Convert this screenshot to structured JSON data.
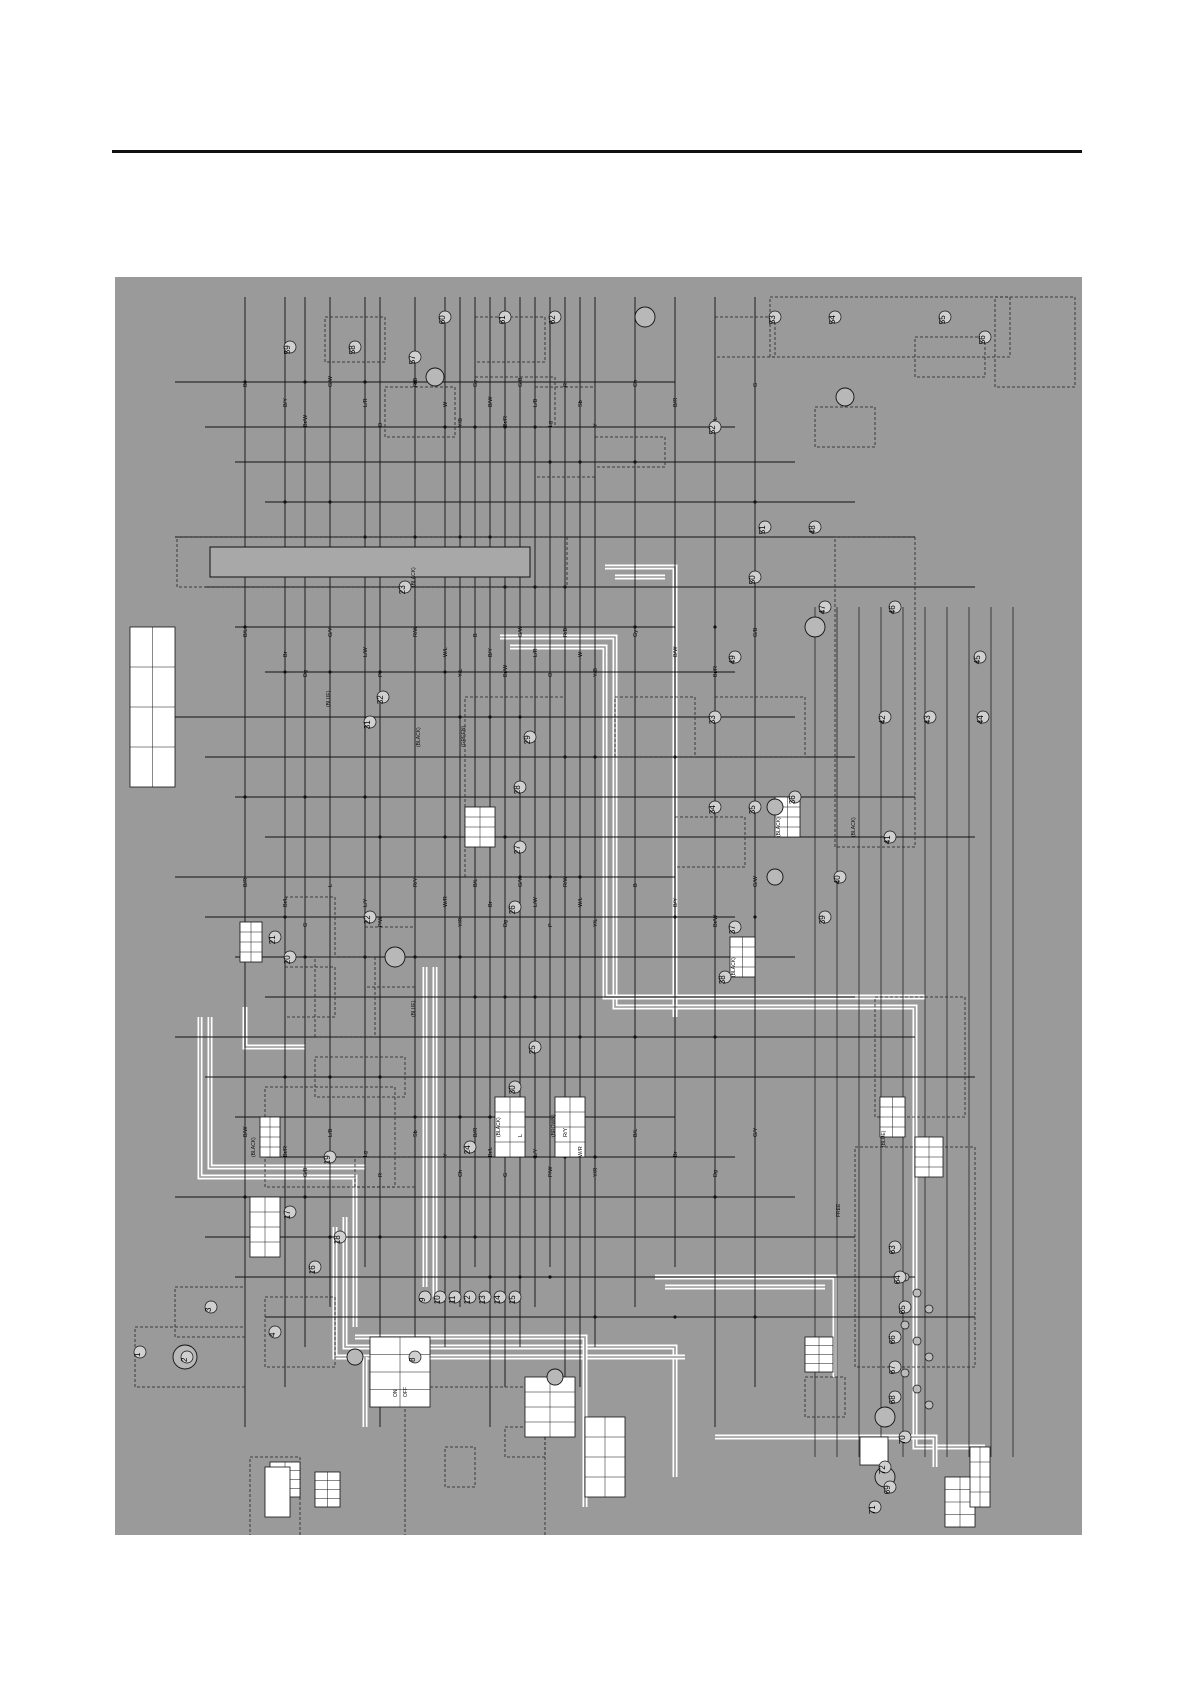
{
  "diagram": {
    "components": [
      {
        "id": "c1",
        "number": "1"
      },
      {
        "id": "c2",
        "number": "2"
      },
      {
        "id": "c3",
        "number": "3"
      },
      {
        "id": "c4",
        "number": "4"
      },
      {
        "id": "c5",
        "number": "5"
      },
      {
        "id": "c6",
        "number": "6"
      },
      {
        "id": "c7",
        "number": "7"
      },
      {
        "id": "c8",
        "number": "8"
      },
      {
        "id": "c9",
        "number": "9"
      },
      {
        "id": "c10",
        "number": "10"
      },
      {
        "id": "c11",
        "number": "11"
      },
      {
        "id": "c12",
        "number": "12"
      },
      {
        "id": "c13",
        "number": "13"
      },
      {
        "id": "c14",
        "number": "14"
      },
      {
        "id": "c15",
        "number": "15"
      },
      {
        "id": "c16",
        "number": "16"
      },
      {
        "id": "c17",
        "number": "17"
      },
      {
        "id": "c18",
        "number": "18"
      },
      {
        "id": "c19",
        "number": "19"
      },
      {
        "id": "c20",
        "number": "20"
      },
      {
        "id": "c21",
        "number": "21"
      },
      {
        "id": "c22",
        "number": "22"
      },
      {
        "id": "c23",
        "number": "23"
      },
      {
        "id": "c24",
        "number": "24"
      },
      {
        "id": "c25",
        "number": "25"
      },
      {
        "id": "c26",
        "number": "26"
      },
      {
        "id": "c27",
        "number": "27"
      },
      {
        "id": "c28",
        "number": "28"
      },
      {
        "id": "c29",
        "number": "29"
      },
      {
        "id": "c30",
        "number": "30"
      },
      {
        "id": "c31",
        "number": "31"
      },
      {
        "id": "c32",
        "number": "32"
      },
      {
        "id": "c33",
        "number": "33"
      },
      {
        "id": "c34",
        "number": "34"
      },
      {
        "id": "c35",
        "number": "35"
      },
      {
        "id": "c36",
        "number": "36"
      },
      {
        "id": "c37",
        "number": "37"
      },
      {
        "id": "c38",
        "number": "38"
      },
      {
        "id": "c39",
        "number": "39"
      },
      {
        "id": "c40",
        "number": "40"
      },
      {
        "id": "c41",
        "number": "41"
      },
      {
        "id": "c42",
        "number": "42"
      },
      {
        "id": "c43",
        "number": "43"
      },
      {
        "id": "c44",
        "number": "44"
      },
      {
        "id": "c45",
        "number": "45"
      },
      {
        "id": "c46",
        "number": "46"
      },
      {
        "id": "c47",
        "number": "47"
      },
      {
        "id": "c48",
        "number": "48"
      },
      {
        "id": "c49",
        "number": "49"
      },
      {
        "id": "c50",
        "number": "50"
      },
      {
        "id": "c51",
        "number": "51"
      },
      {
        "id": "c52",
        "number": "52"
      },
      {
        "id": "c53",
        "number": "53"
      },
      {
        "id": "c54",
        "number": "54"
      },
      {
        "id": "c55",
        "number": "55"
      },
      {
        "id": "c56",
        "number": "56"
      },
      {
        "id": "c57",
        "number": "57"
      },
      {
        "id": "c58",
        "number": "58"
      },
      {
        "id": "c59",
        "number": "59"
      },
      {
        "id": "c60",
        "number": "60"
      },
      {
        "id": "c61",
        "number": "61"
      },
      {
        "id": "c62",
        "number": "62"
      },
      {
        "id": "c63",
        "number": "63"
      },
      {
        "id": "c64",
        "number": "64"
      },
      {
        "id": "c65",
        "number": "65"
      },
      {
        "id": "c66",
        "number": "66"
      },
      {
        "id": "c67",
        "number": "67"
      },
      {
        "id": "c68",
        "number": "68"
      },
      {
        "id": "c69",
        "number": "69"
      },
      {
        "id": "c70",
        "number": "70"
      },
      {
        "id": "c71",
        "number": "71"
      },
      {
        "id": "c72",
        "number": "72"
      }
    ],
    "connector_labels": {
      "black": "(BLACK)",
      "blue": "(BLUE)",
      "green": "(GREEN)",
      "brown": "(BROWN)"
    },
    "switch_states": {
      "on": "ON",
      "off": "OFF",
      "free": "FREE"
    },
    "wire_codes": [
      "B",
      "B/L",
      "B/R",
      "B/W",
      "B/Y",
      "Br",
      "Br/L",
      "Br/R",
      "Br/W",
      "Dg",
      "G",
      "G/B",
      "G/W",
      "G/Y",
      "L",
      "L/B",
      "L/R",
      "L/W",
      "L/Y",
      "Lg",
      "O",
      "P",
      "P/W",
      "R",
      "R/B",
      "R/W",
      "R/Y",
      "Sb",
      "W",
      "W/L",
      "W/R",
      "Y",
      "Y/B",
      "Y/L",
      "Y/R",
      "Ch",
      "Gy"
    ],
    "colors": {
      "panel": "#9a9a9a",
      "wire": "#111111",
      "harness_highlight": "#ffffff",
      "box_outline": "#222222"
    }
  }
}
